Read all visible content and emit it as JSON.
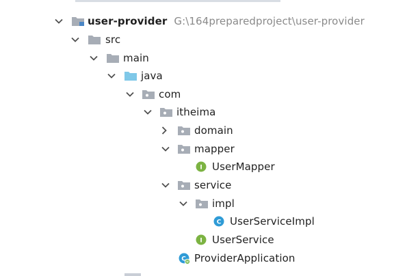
{
  "tree": {
    "items": [
      {
        "label": "user-provider",
        "path": "G:\\164preparedproject\\user-provider",
        "icon": "module-folder-icon",
        "expanded": true,
        "bold": true
      },
      {
        "label": "src",
        "icon": "folder-icon",
        "expanded": true
      },
      {
        "label": "main",
        "icon": "folder-icon",
        "expanded": true
      },
      {
        "label": "java",
        "icon": "source-root-folder-icon",
        "expanded": true
      },
      {
        "label": "com",
        "icon": "package-icon",
        "expanded": true
      },
      {
        "label": "itheima",
        "icon": "package-icon",
        "expanded": true
      },
      {
        "label": "domain",
        "icon": "package-icon",
        "expanded": false
      },
      {
        "label": "mapper",
        "icon": "package-icon",
        "expanded": true
      },
      {
        "label": "UserMapper",
        "icon": "interface-icon"
      },
      {
        "label": "service",
        "icon": "package-icon",
        "expanded": true
      },
      {
        "label": "impl",
        "icon": "package-icon",
        "expanded": true
      },
      {
        "label": "UserServiceImpl",
        "icon": "class-icon"
      },
      {
        "label": "UserService",
        "icon": "interface-icon"
      },
      {
        "label": "ProviderApplication",
        "icon": "spring-boot-class-icon"
      }
    ]
  },
  "colors": {
    "folder": "#a7adb6",
    "source_root": "#7fc8e8",
    "interface_badge": "#7cb342",
    "class_badge": "#2f9bd6",
    "path_text": "#8a8a8a"
  }
}
